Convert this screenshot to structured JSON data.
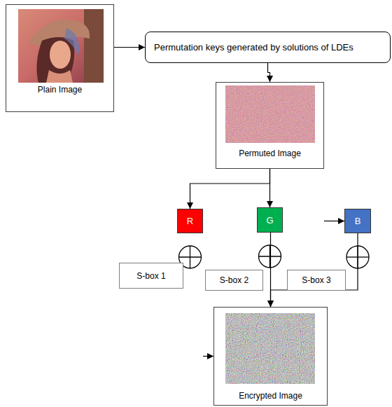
{
  "diagram": {
    "nodes": [
      {
        "text": [
          "Plain Image"
        ]
      },
      {
        "text": [
          "Permutation keys generated by solutions of LDEs"
        ]
      },
      {
        "text": [
          "Permuted Image"
        ]
      },
      {
        "text": [
          "R"
        ]
      },
      {
        "text": [
          "G"
        ]
      },
      {
        "text": [
          "B"
        ]
      },
      {
        "text": [
          "S-box 1"
        ]
      },
      {
        "text": [
          "S-box 2"
        ]
      },
      {
        "text": [
          "S-box 3"
        ]
      },
      {
        "text": [
          "Encrypted Image"
        ]
      }
    ],
    "edges": [
      {
        "from": 0,
        "to": 1,
        "arrow": "to"
      },
      {
        "from": 1,
        "to": 2,
        "arrow": "to"
      },
      {
        "from": 2,
        "to": 3,
        "arrow": "to"
      },
      {
        "from": 2,
        "to": 4,
        "arrow": "to"
      },
      {
        "from": 2,
        "to": 5,
        "arrow": "to"
      },
      {
        "from": 3,
        "to": 9,
        "arrow": "to"
      },
      {
        "from": 4,
        "to": 9,
        "arrow": "to"
      },
      {
        "from": 5,
        "to": 9,
        "arrow": "to"
      }
    ]
  }
}
